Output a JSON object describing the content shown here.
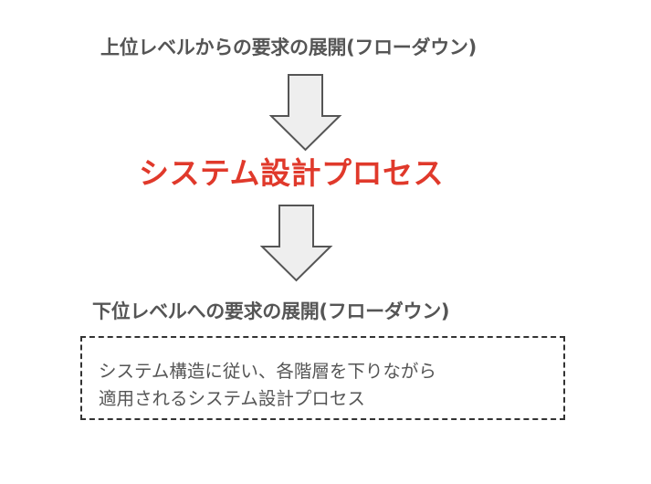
{
  "diagram": {
    "top_heading": "上位レベルからの要求の展開(フローダウン)",
    "process_title": "システム設計プロセス",
    "bottom_heading": "下位レベルへの要求の展開(フローダウン)",
    "description_lines": [
      "システム構造に従い、各階層を下りながら",
      "適用されるシステム設計プロセス"
    ],
    "arrows": [
      {
        "direction": "down",
        "icon": "down-arrow-icon"
      },
      {
        "direction": "down",
        "icon": "down-arrow-icon"
      }
    ]
  },
  "colors": {
    "heading_text": "#555555",
    "title_red": "#e0392b",
    "arrow_fill": "#eeeeee",
    "arrow_stroke": "#555555",
    "box_border": "#333333"
  }
}
